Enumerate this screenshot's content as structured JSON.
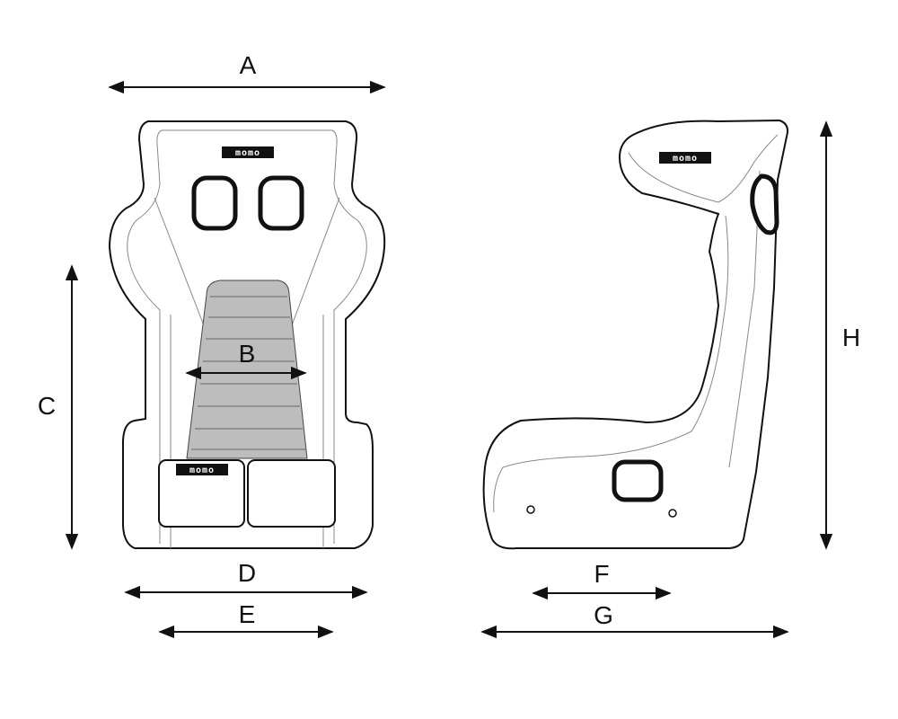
{
  "dimensions": {
    "A": "A",
    "B": "B",
    "C": "C",
    "D": "D",
    "E": "E",
    "F": "F",
    "G": "G",
    "H": "H"
  },
  "logos": {
    "front_head": "momo",
    "front_cushion": "momo",
    "side_head": "momo"
  },
  "colors": {
    "line": "#111111",
    "cushion": "#bdbdbd",
    "background": "#ffffff"
  }
}
